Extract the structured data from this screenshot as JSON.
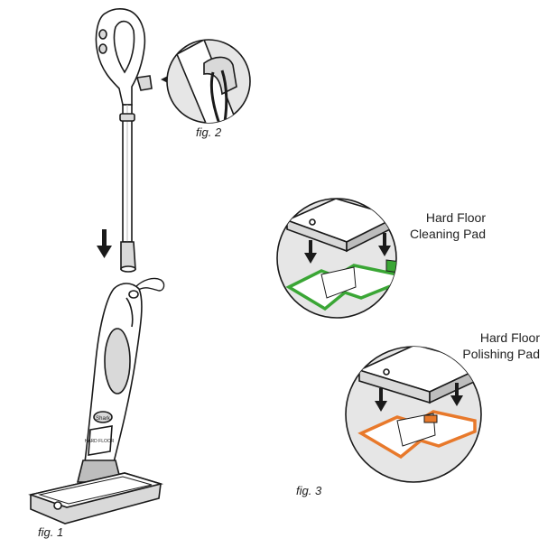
{
  "figures": {
    "fig1": "fig. 1",
    "fig2": "fig. 2",
    "fig3": "fig. 3"
  },
  "pads": {
    "cleaning": {
      "line1": "Hard Floor",
      "line2": "Cleaning Pad",
      "color": "#3aa635"
    },
    "polishing": {
      "line1": "Hard Floor",
      "line2": "Polishing Pad",
      "color": "#e8792b"
    }
  },
  "product": {
    "brand_mark": "Shark",
    "panel_text": "HARD FLOOR"
  },
  "colors": {
    "line": "#1a1a1a",
    "shade": "#d9d9d9",
    "shade_dark": "#bdbdbd",
    "circle_fill": "#e6e6e6"
  }
}
